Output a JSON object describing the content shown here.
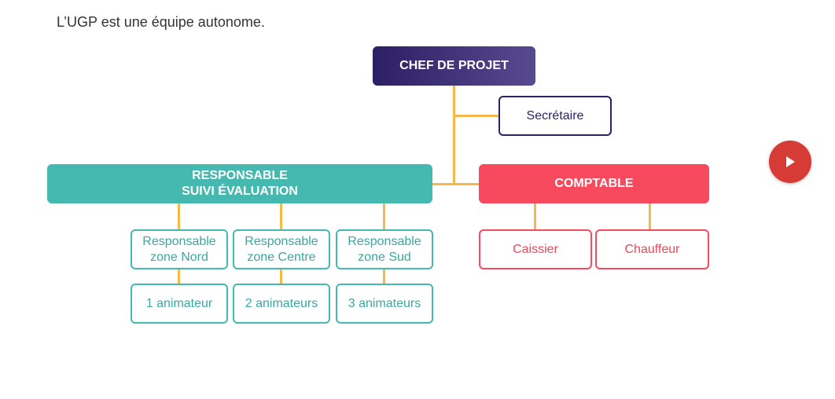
{
  "intro_text": "L’UGP est une équipe autonome.",
  "colors": {
    "connector": "#f5b94a",
    "chef_gradient_start": "#2d1f63",
    "chef_gradient_end": "#584a8e",
    "teal": "#45b9b0",
    "red": "#f74a5e",
    "play_button": "#d63b36"
  },
  "org": {
    "chef": "CHEF DE PROJET",
    "secretaire": "Secrétaire",
    "responsable_suivi": {
      "line1": "RESPONSABLE",
      "line2": "SUIVI ÉVALUATION"
    },
    "comptable": "COMPTABLE",
    "zones": [
      {
        "line1": "Responsable",
        "line2": "zone Nord",
        "animateurs": "1 animateur"
      },
      {
        "line1": "Responsable",
        "line2": "zone Centre",
        "animateurs": "2 animateurs"
      },
      {
        "line1": "Responsable",
        "line2": "zone Sud",
        "animateurs": "3 animateurs"
      }
    ],
    "comptable_staff": [
      "Caissier",
      "Chauffeur"
    ]
  },
  "play_button": {
    "icon": "play-icon"
  }
}
